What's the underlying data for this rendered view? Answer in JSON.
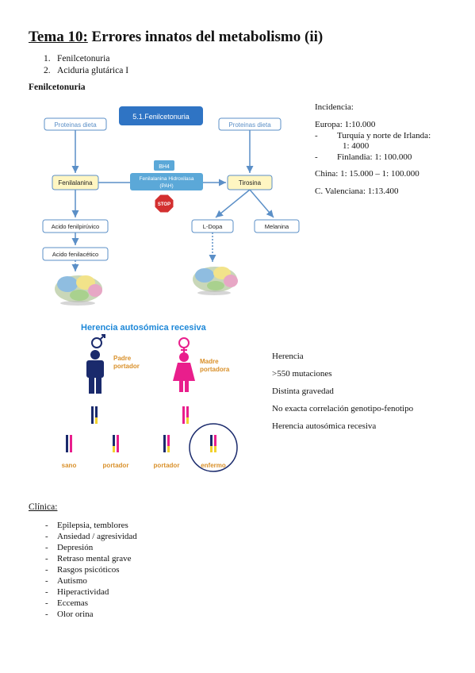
{
  "header": {
    "title_num": "Tema 10:",
    "title_rest": " Errores innatos del metabolismo (ii)"
  },
  "toc": [
    {
      "num": "1.",
      "label": "Fenilcetonuria"
    },
    {
      "num": "2.",
      "label": "Aciduria glutárica I"
    }
  ],
  "section_heading": "Fenilcetonuria",
  "diagram": {
    "title_box": "5.1.Fenilcetonuria",
    "proteinas_left": "Proteinas dieta",
    "proteinas_right": "Proteinas dieta",
    "fenilalanina": "Fenilalanina",
    "tirosina": "Tirosina",
    "bh4": "BH4",
    "enzyme_line1": "Fenilalanina Hidroxilasa",
    "enzyme_line2": "(PAH)",
    "stop": "STOP",
    "acido_fenilpiruvico": "Acido fenilpirúvico",
    "acido_fenilacetico": "Acido fenilacético",
    "ldopa": "L-Dopa",
    "melanina": "Melanina",
    "colors": {
      "box_border": "#5b8fc7",
      "accent_yellow": "#fff6c2",
      "enzyme_fill": "#5ba8d8",
      "stop_red": "#d32f2f"
    }
  },
  "incidencia": {
    "heading": "Incidencia:",
    "europa": "Europa: 1:10.000",
    "turquia_line1": "Turquía y norte de Irlanda:",
    "turquia_line2": "1: 4000",
    "finlandia": "Finlandia: 1: 100.000",
    "dash": "-",
    "china": "China: 1: 15.000 – 1: 100.000",
    "valenciana": "C. Valenciana: 1:13.400"
  },
  "herencia_fig": {
    "title": "Herencia autosómica recesiva",
    "padre_line1": "Padre",
    "padre_line2": "portador",
    "madre_line1": "Madre",
    "madre_line2": "portadora",
    "children": [
      "sano",
      "portador",
      "portador",
      "enfermo"
    ],
    "colors": {
      "title_blue": "#1e88d8",
      "male_navy": "#1a2a6c",
      "female_pink": "#e91e8c",
      "label_orange": "#d9902a",
      "allele_yellow": "#f2d22e"
    }
  },
  "herencia_notes": [
    "Herencia",
    ">550 mutaciones",
    "Distinta gravedad",
    "No exacta correlación genotipo-fenotipo",
    "Herencia autosómica recesiva"
  ],
  "clinica": {
    "heading": "Clínica:",
    "dash": "-",
    "items": [
      "Epilepsia, temblores",
      "Ansiedad / agresividad",
      "Depresión",
      "Retraso mental grave",
      "Rasgos psicóticos",
      "Autismo",
      "Hiperactividad",
      "Eccemas",
      "Olor orina"
    ]
  }
}
